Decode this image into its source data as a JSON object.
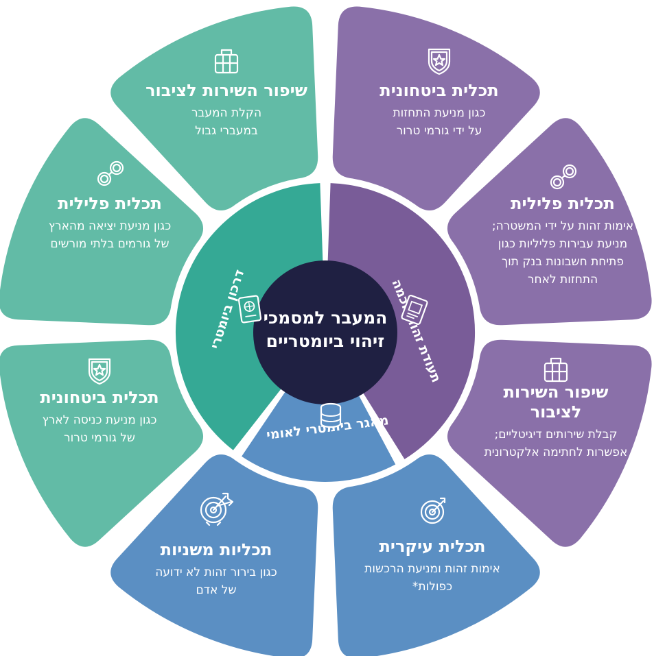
{
  "center": {
    "line1": "המעבר למסמכי",
    "line2": "זיהוי ביומטריים"
  },
  "ring": {
    "smart_id": "תעודת זהות חכמה",
    "biometric_passport": "דרכון ביומטרי",
    "national_database": "מאגר ביומטרי לאומי"
  },
  "segments": [
    {
      "key": "security_purple",
      "title": [
        "תכלית ביטחונית"
      ],
      "body": [
        "כגון מניעת התחזות",
        "על ידי גורמי טרור"
      ],
      "icon": "shield-star-icon"
    },
    {
      "key": "criminal_purple",
      "title": [
        "תכלית פלילית"
      ],
      "body": [
        "אימות זהות על ידי המשטרה;",
        "מניעת עבירות פליליות כגון",
        "פתיחת חשבונות בנק תוך",
        "התחזות לאחר"
      ],
      "icon": "handcuffs-icon"
    },
    {
      "key": "service_purple",
      "title": [
        "שיפור השירות",
        "לציבור"
      ],
      "body": [
        "קבלת שירותים דיגיטליים;",
        "אפשרות לחתימה אלקטרונית"
      ],
      "icon": "briefcase-icon"
    },
    {
      "key": "main_blue",
      "title": [
        "תכלית עיקרית"
      ],
      "body": [
        "אימות זהות ומניעת הרכשות",
        "כפולות*"
      ],
      "icon": "target-arrow-icon"
    },
    {
      "key": "secondary_blue",
      "title": [
        "תכליות משניות"
      ],
      "body": [
        "כגון בירור זהות לא ידועה",
        "של אדם"
      ],
      "icon": "target-arrows-icon"
    },
    {
      "key": "security_teal",
      "title": [
        "תכלית ביטחונית"
      ],
      "body": [
        "כגון מניעת כניסה לארץ",
        "של גורמי טרור"
      ],
      "icon": "shield-star-icon"
    },
    {
      "key": "criminal_teal",
      "title": [
        "תכלית פלילית"
      ],
      "body": [
        "כגון מניעת יציאה מהארץ",
        "של גורמים בלתי מורשים"
      ],
      "icon": "handcuffs-icon"
    },
    {
      "key": "service_teal",
      "title": [
        "שיפור השירות לציבור"
      ],
      "body": [
        "הקלת המעבר",
        "במעברי גבול"
      ],
      "icon": "briefcase-icon"
    }
  ],
  "colors": {
    "purple_light": "#8a70a9",
    "purple_dark": "#795c98",
    "blue_light": "#5b8fc3",
    "blue_mid": "#5a8fc4",
    "teal_light": "#62bba6",
    "teal_dark": "#35a995",
    "navy": "#1f2042",
    "white": "#ffffff"
  }
}
